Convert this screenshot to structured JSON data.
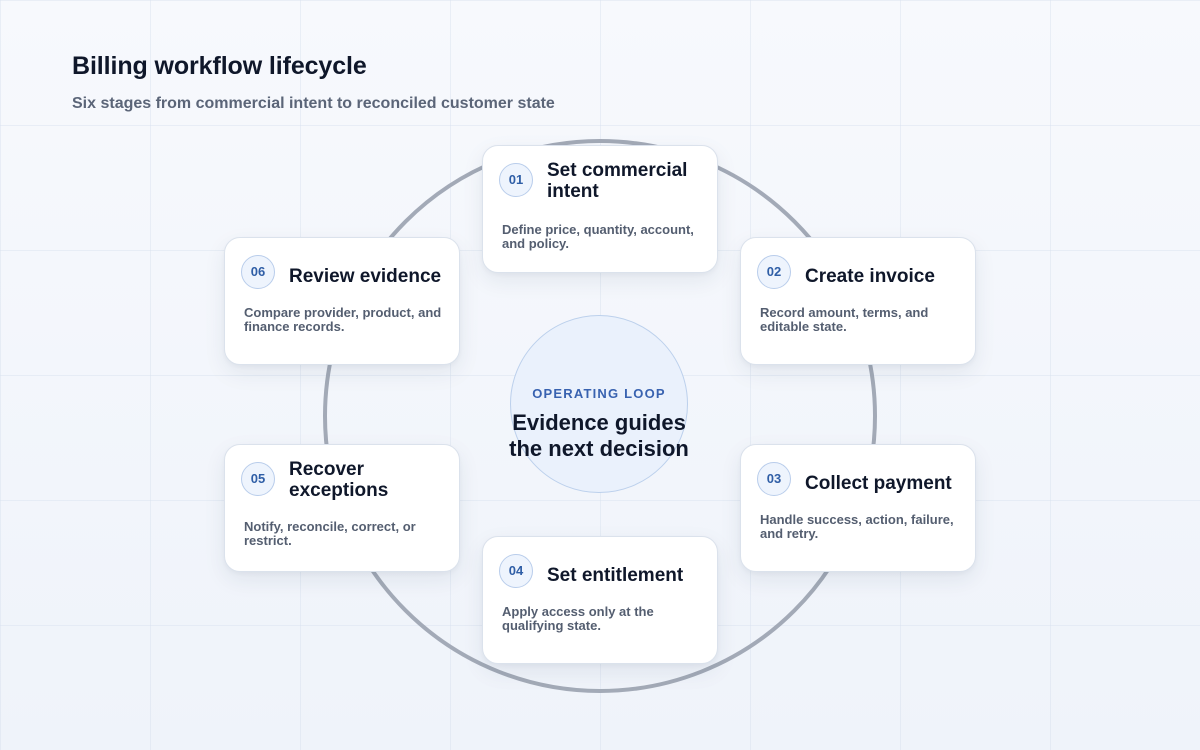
{
  "header": {
    "title": "Billing workflow lifecycle",
    "subtitle": "Six stages from commercial intent to reconciled customer state"
  },
  "hub": {
    "eyebrow": "OPERATING LOOP",
    "line1": "Evidence guides",
    "line2": "the next decision"
  },
  "stages": [
    {
      "number": "01",
      "title": "Set commercial intent",
      "description": "Define price, quantity, account, and policy."
    },
    {
      "number": "02",
      "title": "Create invoice",
      "description": "Record amount, terms, and editable state."
    },
    {
      "number": "03",
      "title": "Collect payment",
      "description": "Handle success, action, failure, and retry."
    },
    {
      "number": "04",
      "title": "Set entitlement",
      "description": "Apply access only at the qualifying state."
    },
    {
      "number": "05",
      "title": "Recover exceptions",
      "description": "Notify, reconcile, correct, or restrict."
    },
    {
      "number": "06",
      "title": "Review evidence",
      "description": "Compare provider, product, and finance records."
    }
  ],
  "colors": {
    "ring": "#a3aab7",
    "accent": "#3862b0",
    "title_text": "#0f172a",
    "muted_text": "#545e70"
  }
}
